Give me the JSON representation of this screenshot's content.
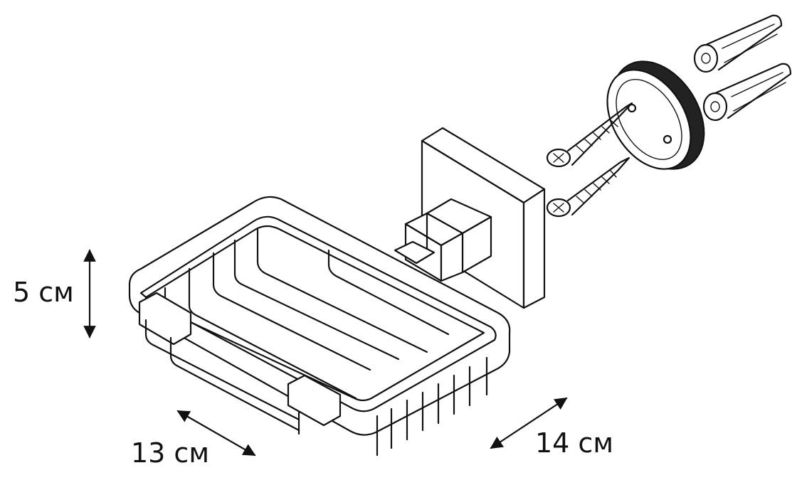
{
  "dimensions": {
    "height": "5 см",
    "width": "13 см",
    "depth": "14 см"
  },
  "colors": {
    "line": "#111111",
    "background": "#ffffff"
  },
  "icons": {
    "screws": "screw-icon",
    "anchors": "wall-anchor-icon",
    "cap": "mounting-cap-icon"
  }
}
